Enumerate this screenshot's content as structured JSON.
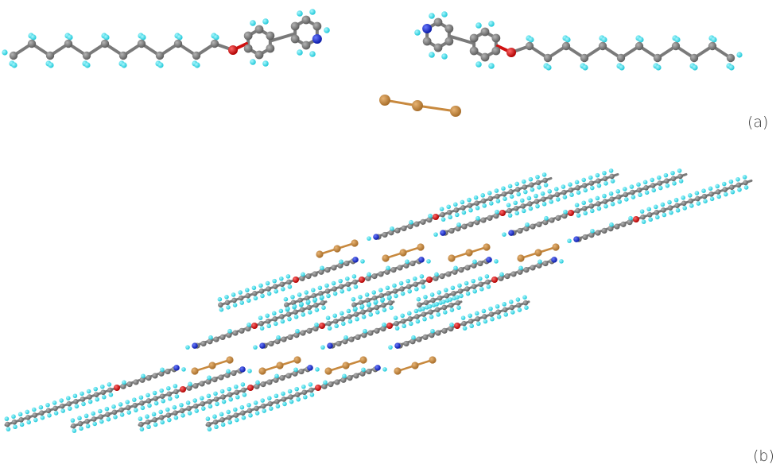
{
  "figure": {
    "panels": [
      {
        "id": "a",
        "label": "(a)",
        "description": "Two 4-(4-dodecyloxyphenyl)pyridinium cations with a linear tribromide-like anion"
      },
      {
        "id": "b",
        "label": "(b)",
        "description": "Crystal packing showing layered cations and anions"
      }
    ],
    "atom_colors": {
      "carbon": "#7a7a7a",
      "hydrogen": "#3de4ee",
      "oxygen": "#e01010",
      "nitrogen": "#1a2fd6",
      "halogen": "#c8893e",
      "bond": "#7a7a7a",
      "halogen_bond": "#c8893e",
      "oxygen_bond": "#d01010"
    }
  }
}
